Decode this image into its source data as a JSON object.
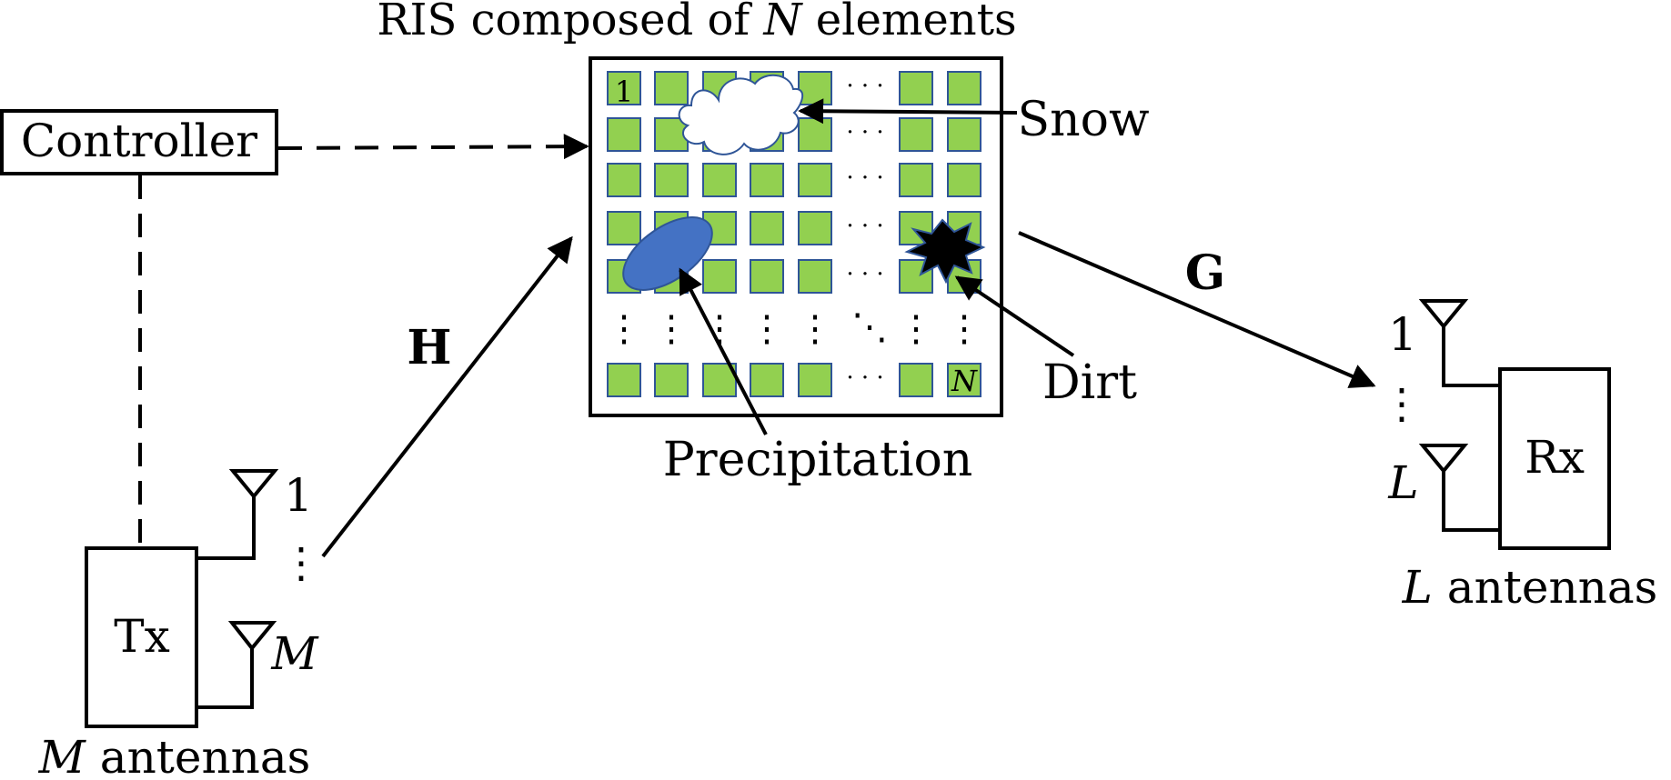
{
  "ris": {
    "title_prefix": "RIS composed of ",
    "title_var": "N",
    "title_suffix": " elements",
    "first_element_label": "1",
    "last_element_label": "N",
    "element_color": "#92d050",
    "element_border": "#2f5597"
  },
  "controller": {
    "label": "Controller"
  },
  "tx": {
    "label": "Tx",
    "antenna_first": "1",
    "antenna_last": "M",
    "caption_var": "M",
    "caption_text": " antennas"
  },
  "rx": {
    "label": "Rx",
    "antenna_first": "1",
    "antenna_last": "L",
    "caption_var": "L",
    "caption_text": " antennas"
  },
  "channels": {
    "h": "H",
    "g": "G"
  },
  "impairments": {
    "snow": "Snow",
    "dirt": "Dirt",
    "precipitation": "Precipitation",
    "precipitation_color": "#4472c4",
    "dirt_color": "#000000"
  },
  "dots": {
    "h": "· · ·",
    "v": "⋮",
    "d": "⋱"
  }
}
